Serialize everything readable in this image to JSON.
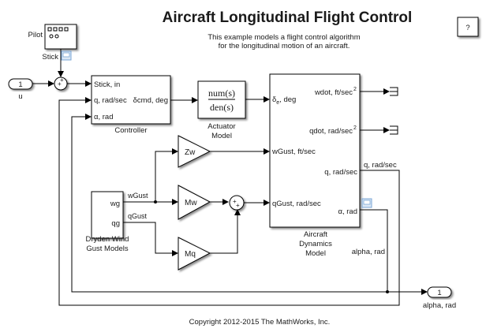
{
  "header": {
    "title": "Aircraft Longitudinal Flight Control",
    "description_line1": "This example models a flight control algorithm",
    "description_line2": "for the longitudinal motion of an aircraft.",
    "help_button": "?"
  },
  "blocks": {
    "pilot": {
      "label": "Pilot",
      "output_label": "Stick"
    },
    "inport_u": {
      "number": "1",
      "label": "u"
    },
    "sum1": {
      "signs": [
        "+",
        "+"
      ]
    },
    "controller": {
      "label": "Controller",
      "inputs": [
        "Stick, in",
        "q, rad/sec",
        "α, rad"
      ],
      "outputs": [
        "δcmd, deg"
      ]
    },
    "actuator": {
      "label_line1": "Actuator",
      "label_line2": "Model",
      "numerator": "num(s)",
      "denominator": "den(s)"
    },
    "aircraft": {
      "label_line1": "Aircraft",
      "label_line2": "Dynamics",
      "label_line3": "Model",
      "input_delta": "δ",
      "input_delta_sub": "e",
      "input_delta_rest": ", deg",
      "input_wgust": "wGust, ft/sec",
      "input_qgust": "qGust, rad/sec",
      "output_wdot": "wdot, ft/sec",
      "output_qdot": "qdot, rad/sec",
      "output_sup": "2",
      "output_q": "q, rad/sec",
      "output_alpha": "α, rad"
    },
    "gains": {
      "zw": "Zw",
      "mw": "Mw",
      "mq": "Mq"
    },
    "sum2": {
      "signs": [
        "+",
        "+"
      ]
    },
    "dryden": {
      "label_line1": "Dryden Wind",
      "label_line2": "Gust Models",
      "outputs": [
        "wg",
        "qg"
      ]
    },
    "outport_alpha": {
      "number": "1",
      "label": "alpha, rad"
    }
  },
  "signals": {
    "wgust": "wGust",
    "qgust": "qGust",
    "q": "q, rad/sec",
    "alpha": "alpha, rad"
  },
  "footer": {
    "copyright": "Copyright 2012-2015 The MathWorks, Inc."
  }
}
